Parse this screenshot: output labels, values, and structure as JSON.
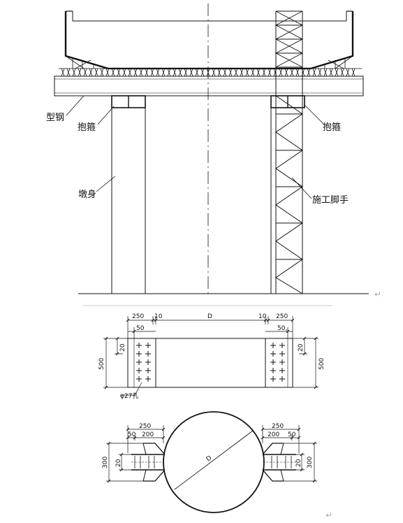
{
  "top_view": {
    "labels": {
      "steel_beam": "型钢",
      "hoop_left": "抱箍",
      "hoop_right": "抱箍",
      "pier_body": "墩身",
      "scaffold": "施工脚手"
    }
  },
  "hoop_detail": {
    "elevation": {
      "dim_250_left": "250",
      "dim_10_left": "10",
      "dim_D": "D",
      "dim_10_right": "10",
      "dim_250_right": "250",
      "dim_50_left": "50",
      "dim_50_right": "50,",
      "dim_20_left": "20",
      "dim_20_right": "20",
      "dim_500_left": "500",
      "dim_500_right": "500",
      "hole_note": "φ27孔"
    },
    "plan": {
      "dim_250_left": "250",
      "dim_50_left": "50",
      "dim_200_left": "200",
      "dim_250_right": "250",
      "dim_200_right": "200",
      "dim_50_right": "50",
      "dim_300_left": "300",
      "dim_20_left": "20",
      "dim_300_right": "300",
      "dim_20_right": "20",
      "diameter": "D"
    }
  },
  "paragraph_marks": [
    "↵",
    "↵"
  ]
}
